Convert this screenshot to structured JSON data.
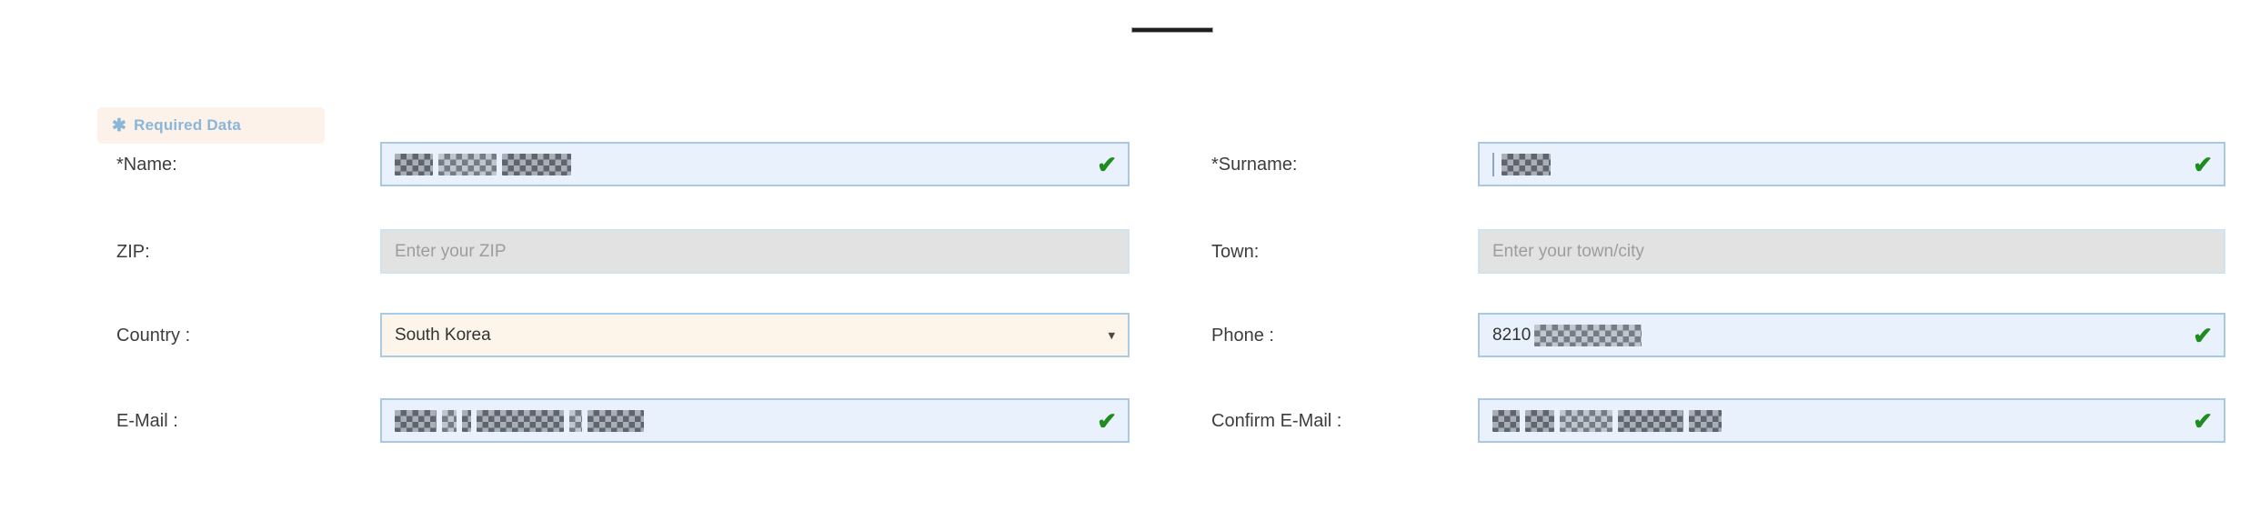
{
  "badge": {
    "icon": "✱",
    "label": "Required Data"
  },
  "form": {
    "check_icon": "✔",
    "dropdown_icon": "▾",
    "fields": {
      "name": {
        "label": "*Name:",
        "value_redacted": true,
        "valid": true
      },
      "surname": {
        "label": "*Surname:",
        "value_redacted": true,
        "valid": true
      },
      "zip": {
        "label": "ZIP:",
        "placeholder": "Enter your ZIP"
      },
      "town": {
        "label": "Town:",
        "placeholder": "Enter your town/city"
      },
      "country": {
        "label": "Country :",
        "value": "South Korea"
      },
      "phone": {
        "label": "Phone :",
        "value": "8210",
        "value_suffix_redacted": true,
        "valid": true
      },
      "email": {
        "label": "E-Mail :",
        "value_redacted": true,
        "valid": true
      },
      "confirm_email": {
        "label": "Confirm E-Mail :",
        "value_redacted": true,
        "valid": true
      }
    }
  },
  "colors": {
    "field_bg_filled": "#e9f1fc",
    "field_border_filled": "#a9c9e2",
    "field_bg_empty": "#e2e2e2",
    "field_border_empty": "#cfe3f1",
    "field_bg_country": "#fdf4ea",
    "valid_green": "#1f8c1f",
    "badge_bg": "#fcf2e9",
    "badge_text": "#8ab6d9",
    "label_text": "#3d3d3d",
    "placeholder_text": "#9d9d9d",
    "divider_dark": "#1f1f1f"
  }
}
